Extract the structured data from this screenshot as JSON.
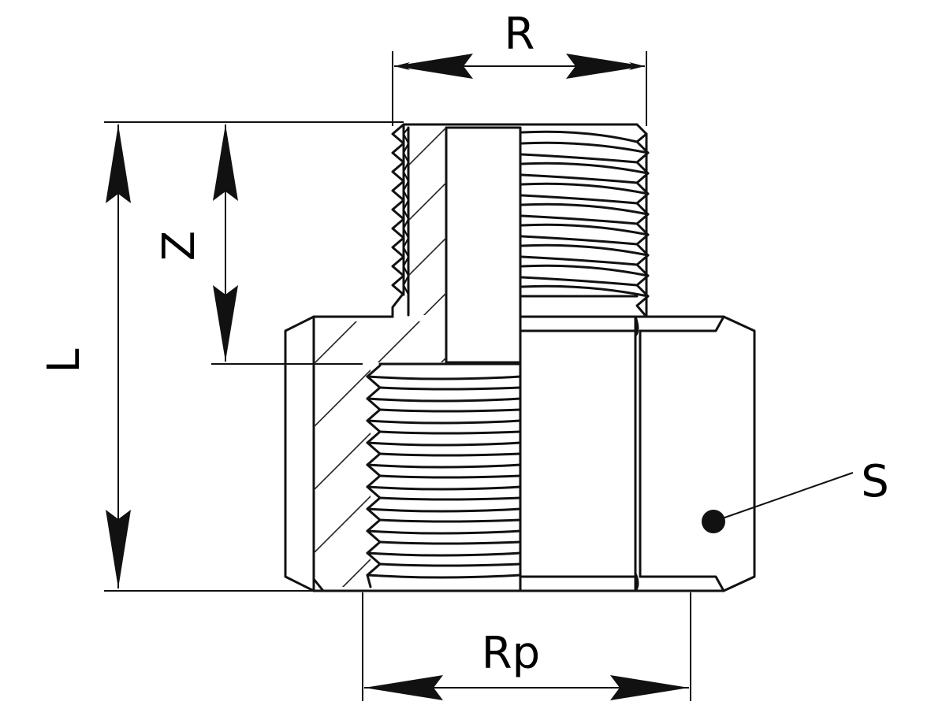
{
  "labels": {
    "R": "R",
    "Z": "Z",
    "L": "L",
    "Rp": "Rp",
    "S": "S"
  },
  "colors": {
    "line": "#111111",
    "background": "#ffffff"
  }
}
